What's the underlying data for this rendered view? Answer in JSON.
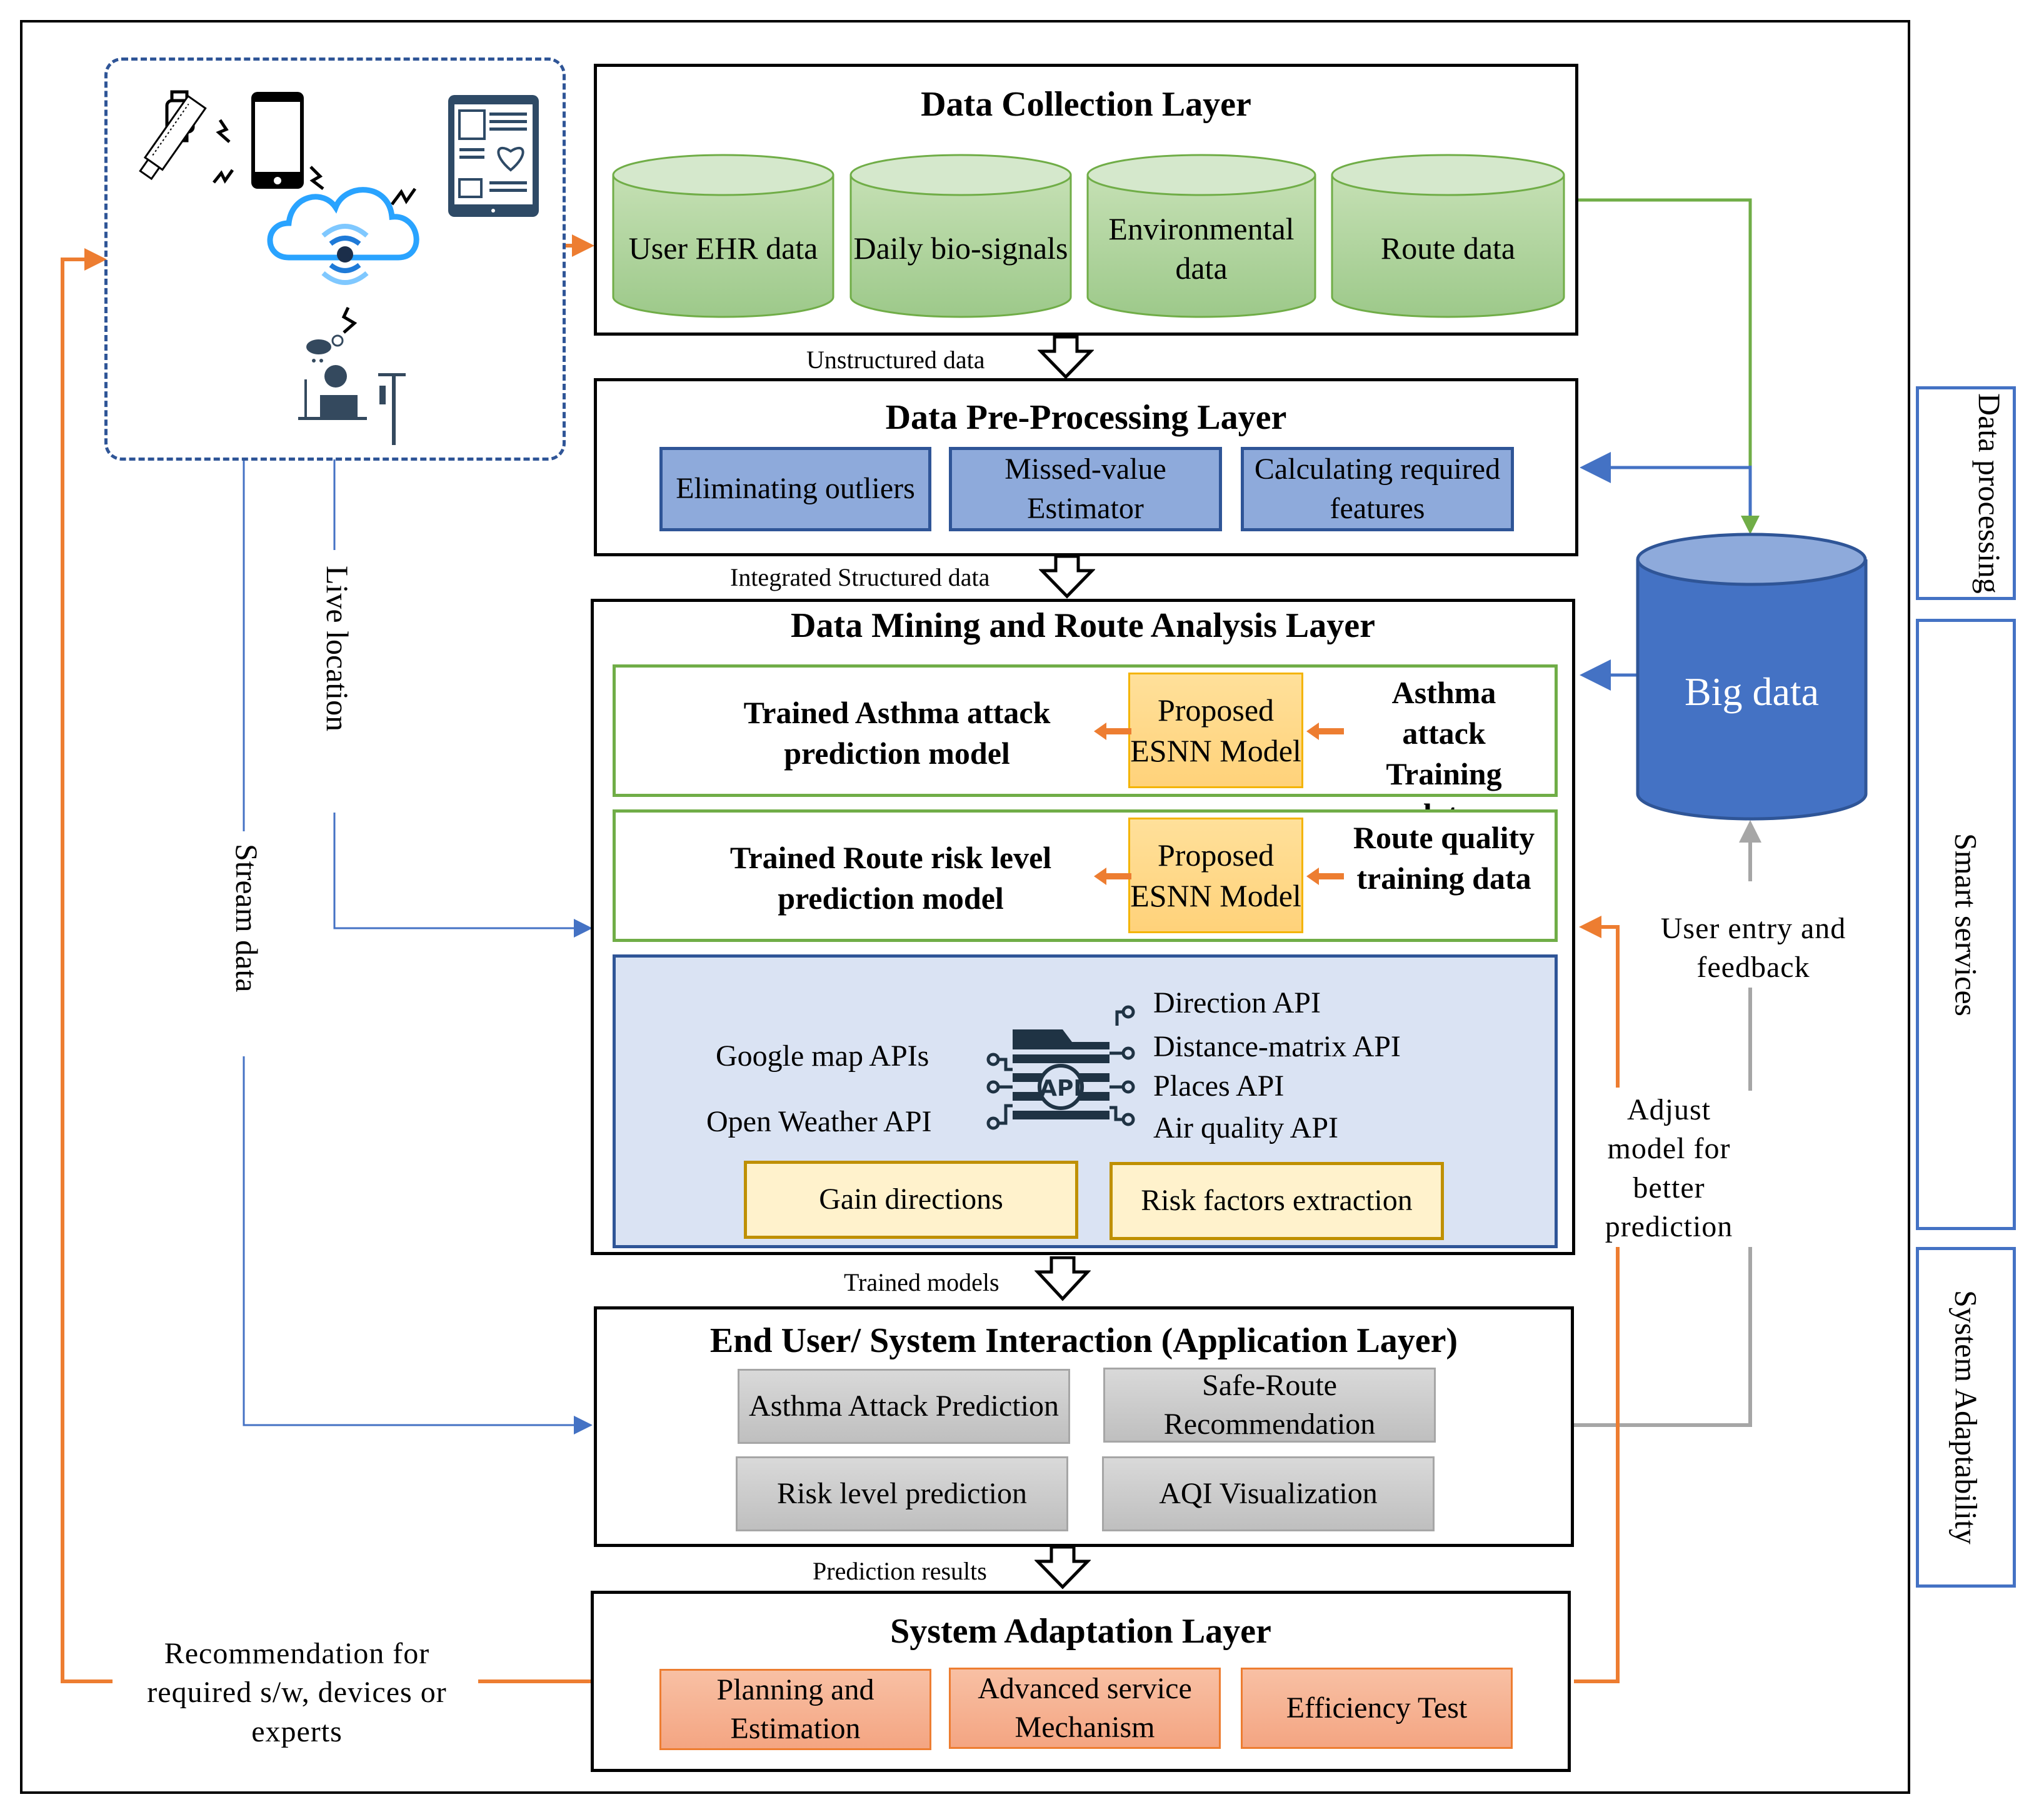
{
  "diagram": {
    "devices_panel": {
      "icons": [
        "smartwatch-icon",
        "smartphone-icon",
        "peak-flow-meter-icon",
        "medical-tablet-icon",
        "cloud-wifi-icon",
        "weather-icon",
        "weather-station-icon"
      ]
    },
    "data_collection": {
      "title": "Data Collection Layer",
      "sources": [
        "User EHR data",
        "Daily bio-signals",
        "Environmental data",
        "Route data"
      ]
    },
    "flow_unstructured": "Unstructured data",
    "preprocessing": {
      "title": "Data Pre-Processing Layer",
      "steps": [
        "Eliminating outliers",
        "Missed-value Estimator",
        "Calculating required features"
      ]
    },
    "flow_integrated": "Integrated Structured data",
    "mining": {
      "title": "Data Mining and Route Analysis Layer",
      "models": [
        {
          "output": "Trained Asthma attack prediction model",
          "model": "Proposed ESNN Model",
          "input": "Asthma attack Training data"
        },
        {
          "output": "Trained Route risk level prediction model",
          "model": "Proposed ESNN Model",
          "input": "Route quality training data"
        }
      ],
      "api_sources": [
        "Google map APIs",
        "Open Weather API"
      ],
      "api_icon_label": "API",
      "api_list": [
        "Direction API",
        "Distance-matrix API",
        "Places API",
        "Air quality API"
      ],
      "tasks": [
        "Gain directions",
        "Risk factors extraction"
      ]
    },
    "flow_trained": "Trained models",
    "application": {
      "title": "End User/ System Interaction (Application Layer)",
      "services": [
        "Asthma Attack Prediction",
        "Safe-Route Recommendation",
        "Risk level prediction",
        "AQI Visualization"
      ]
    },
    "flow_prediction": "Prediction results",
    "adaptation": {
      "title": "System Adaptation Layer",
      "items": [
        "Planning and Estimation",
        "Advanced service Mechanism",
        "Efficiency Test"
      ]
    },
    "big_data": "Big data",
    "edge_labels": {
      "live_location": "Live location",
      "stream_data": "Stream data",
      "user_feedback": "User  entry and feedback",
      "adjust_model": "Adjust model for better prediction",
      "recommendation": "Recommendation for required s/w, devices or experts"
    },
    "side_labels": [
      "Data processing",
      "Smart services",
      "System Adaptability"
    ],
    "colors": {
      "green_line": "#70ad47",
      "blue_line": "#4472c4",
      "orange_line": "#ed7d31",
      "gray_line": "#a6a6a6",
      "big_data_fill": "#4472c4"
    }
  }
}
